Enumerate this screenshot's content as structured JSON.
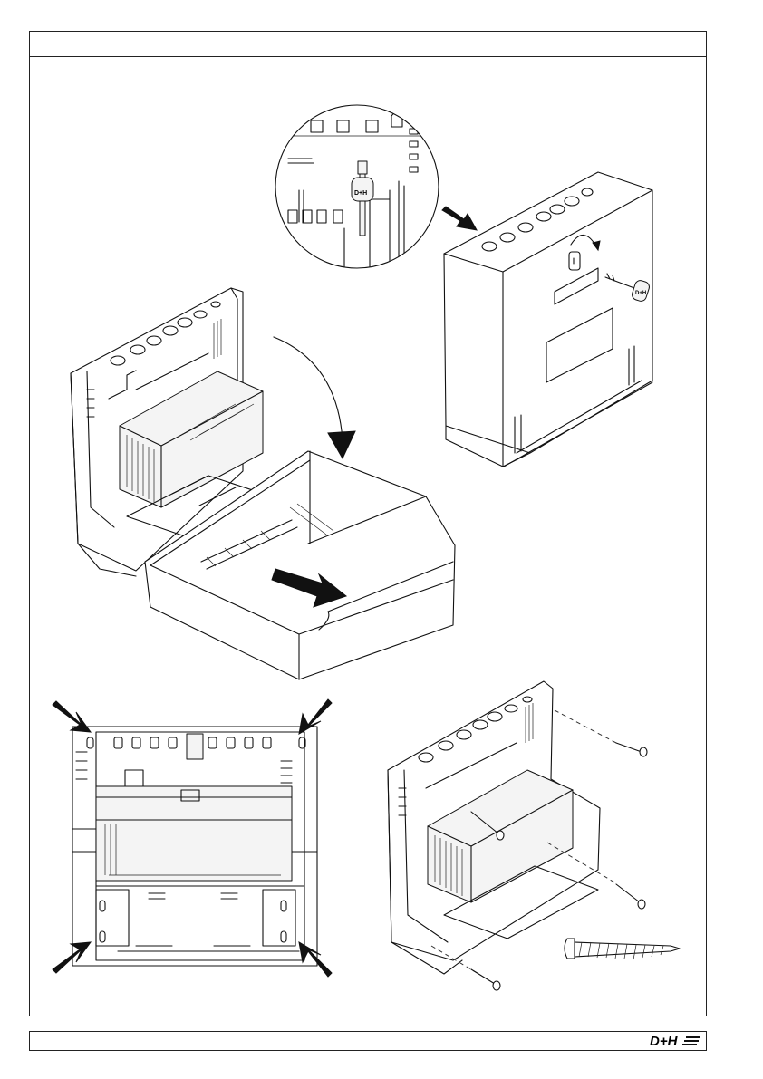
{
  "header": {
    "title": ""
  },
  "footer": {
    "logo_text": "D+H"
  },
  "figures": {
    "key_detail": {
      "badge": "D+H"
    },
    "closed_housing": {
      "key_badge": "D+H"
    }
  },
  "icons": {
    "arrow": "black-arrow-icon",
    "rotate": "curved-arrow-icon",
    "screw": "screw-icon",
    "key": "key-icon"
  },
  "colors": {
    "line": "#111111",
    "background": "#ffffff"
  }
}
